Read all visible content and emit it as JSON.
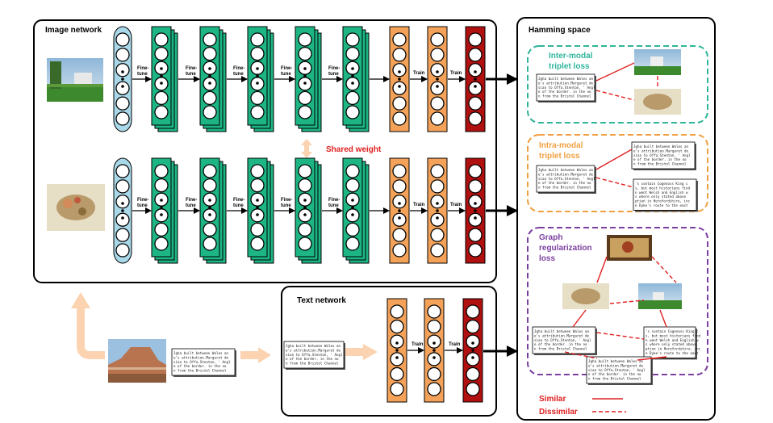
{
  "image_network": {
    "title": "Image network"
  },
  "text_network": {
    "title": "Text network"
  },
  "hamming_space": {
    "title": "Hamming space"
  },
  "shared_weight": "Shared weight",
  "finetune_label": [
    "Fine-",
    "tune"
  ],
  "train_label": "Train",
  "losses": {
    "inter_modal": [
      "Inter-modal",
      "triplet loss"
    ],
    "intra_modal": [
      "Intra-modal",
      "triplet loss"
    ],
    "graph_reg": [
      "Graph",
      "regularization",
      "loss"
    ]
  },
  "legend": {
    "similar": "Similar",
    "dissimilar": "Dissimilar"
  },
  "text_doc_lines": [
    "Jgha built between Wales an",
    "e's attribution.Margaret de",
    "sian to Offa.Stenton, ' Angl",
    "e of the border. in the no",
    "n from the Bristol Channel"
  ],
  "text_doc_lines_b": [
    "'s contain Cogenoss King c",
    "s, but most historians find",
    "n went Welsh and English w",
    "s where only stated above",
    "ption in Herefordshire, inc",
    "e Dyke's route to the east"
  ],
  "colors": {
    "input_layer": "#a9d8e8",
    "conv_layer": "#1db584",
    "fc_layer": "#f4a25a",
    "hash_layer": "#b01010",
    "inter_border": "#2fb59a",
    "intra_border": "#f0a040",
    "graph_border": "#7b3fa0",
    "red": "#e02020",
    "accent_arrow": "#fcd3b0"
  }
}
